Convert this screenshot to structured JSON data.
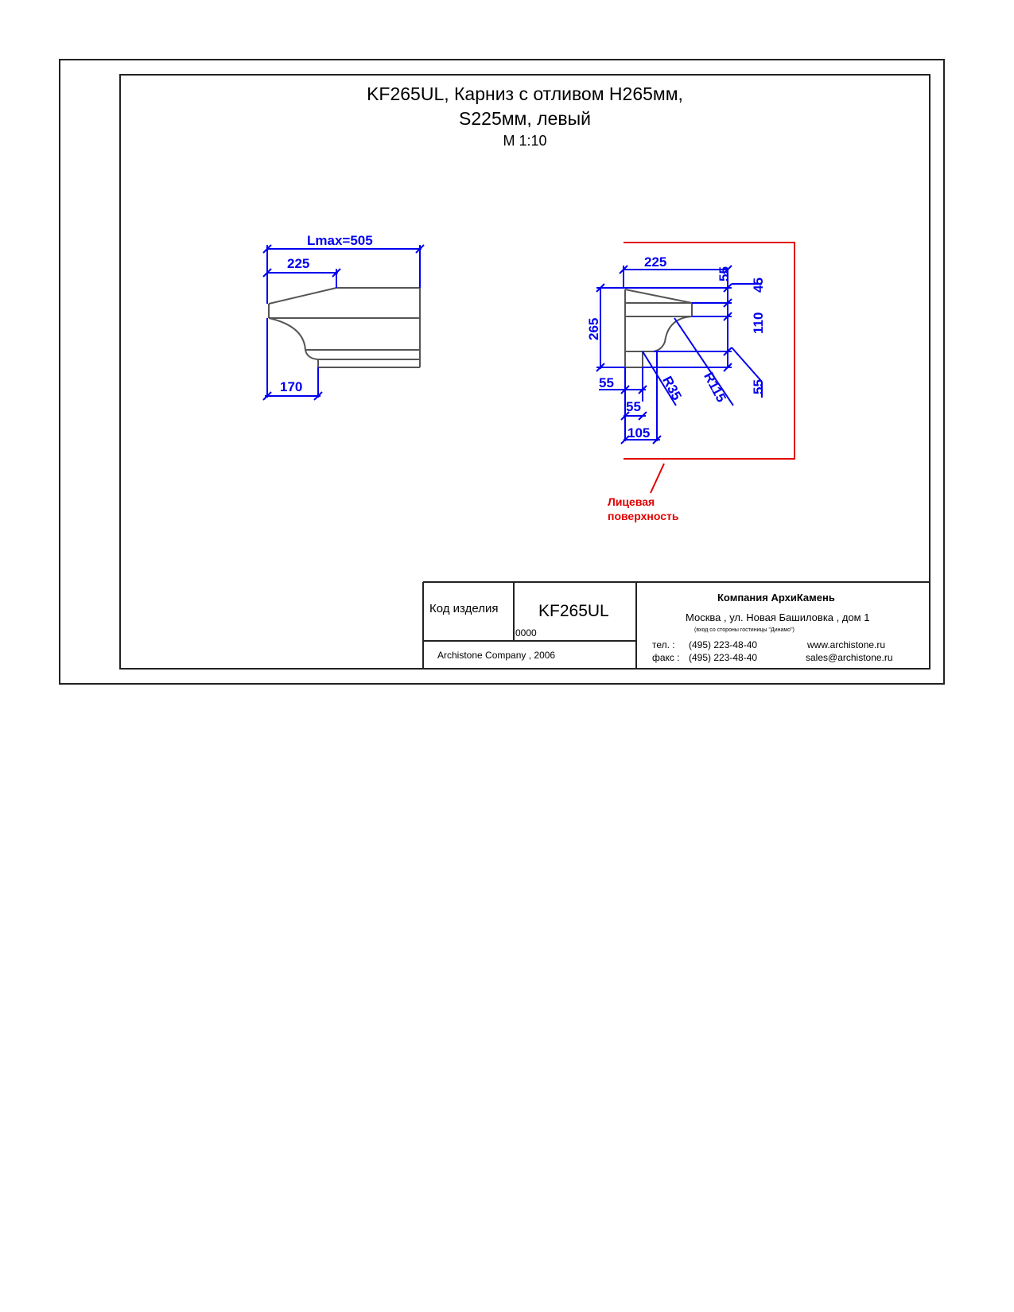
{
  "title": {
    "line1": "KF265UL, Карниз с отливом H265мм,",
    "line2": "S225мм, левый",
    "scale": "М 1:10"
  },
  "left_view": {
    "lmax": "Lmax=505",
    "d225": "225",
    "d170": "170"
  },
  "right_view": {
    "d225": "225",
    "d265": "265",
    "d55_top": "55",
    "d45": "45",
    "d110": "110",
    "d55_right": "55",
    "d55_left": "55",
    "d55_bottom": "55",
    "d105": "105",
    "r35": "R35",
    "r115": "R115",
    "face_line1": "Лицевая",
    "face_line2": "поверхность"
  },
  "title_block": {
    "code_label": "Код изделия",
    "code_value": "KF265UL",
    "number": "0000",
    "copyright": "Archistone  Company ,  2006",
    "company": "Компания  АрхиКамень",
    "address": "Москва , ул. Новая Башиловка , дом 1",
    "address_note": "(вход со стороны гостиницы \"Динамо\")",
    "tel_label": "тел.   :",
    "tel": "(495) 223-48-40",
    "fax_label": "факс :",
    "fax": "(495) 223-48-40",
    "website": "www.archistone.ru",
    "email": "sales@archistone.ru"
  },
  "colors": {
    "dimension": "#0000ee",
    "face_marker": "#e00000",
    "profile": "#555555"
  }
}
